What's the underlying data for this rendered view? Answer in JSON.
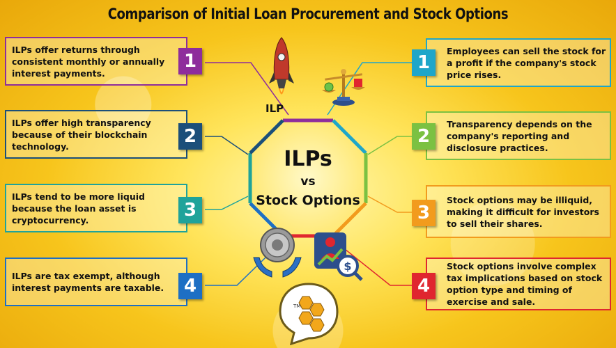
{
  "title": "Comparison of Initial Loan Procurement and Stock Options",
  "center": {
    "line1": "ILPs",
    "line2": "vs",
    "line3": "Stock Options"
  },
  "icons": {
    "rocket_label": "ILP",
    "logo_mark": "TM"
  },
  "ilp_points": [
    {
      "number": "1",
      "text": "ILPs offer returns through consistent monthly or annually interest payments.",
      "color": "#8e2d9c"
    },
    {
      "number": "2",
      "text": "ILPs offer high transparency because of their blockchain technology.",
      "color": "#1b4f7a"
    },
    {
      "number": "3",
      "text": "ILPs tend to be more liquid because the loan asset is cryptocurrency.",
      "color": "#1fa39a"
    },
    {
      "number": "4",
      "text": "ILPs are tax exempt, although interest payments are taxable.",
      "color": "#1d6fc4"
    }
  ],
  "stock_points": [
    {
      "number": "1",
      "text": "Employees can sell the stock for a profit if the company's stock price rises.",
      "color": "#1fa6c9"
    },
    {
      "number": "2",
      "text": "Transparency depends on the company's reporting and disclosure practices.",
      "color": "#7bc142"
    },
    {
      "number": "3",
      "text": "Stock options may be illiquid, making it difficult for investors to sell their shares.",
      "color": "#f29b1d"
    },
    {
      "number": "4",
      "text": "Stock options involve complex tax implications based on stock option type and timing of exercise and sale.",
      "color": "#e0262f"
    }
  ]
}
